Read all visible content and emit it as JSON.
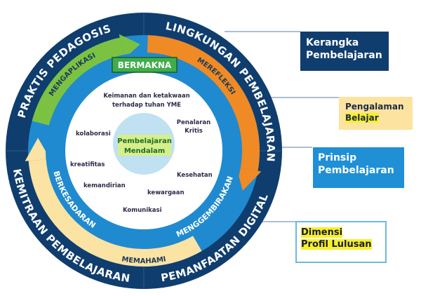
{
  "outer_ring": {
    "top_left": "PRAKTIS PEDAGOSIS",
    "top_right": "LINGKUNGAN PEMBELAJARAN",
    "bottom_left": "KEMITRAAN PEMBELAJARAN",
    "bottom_right": "PEMANFAATAN DIGITAL"
  },
  "experience_ring": {
    "top_badge": "BERMAKNA",
    "green": "MENGAPLIKASI",
    "orange": "MEREFLEKSI",
    "beige": "MEMAHAMI"
  },
  "principle_ring": {
    "left": "BERKESADARAN",
    "right": "MENGGEMBIRAKAN"
  },
  "center": {
    "line1": "Pembelajaran",
    "line2": "Mendalam"
  },
  "dimensions": {
    "keimanan_1": "Keimanan dan ketakwaan",
    "keimanan_2": "terhadap tuhan YME",
    "penalaran_1": "Penalaran",
    "penalaran_2": "Kritis",
    "kolaborasi": "kolaborasi",
    "kreatifitas": "kreatifitas",
    "kesehatan": "Kesehatan",
    "kemandirian": "kemandirian",
    "kewargaan": "kewargaan",
    "komunikasi": "Komunikasi"
  },
  "legend": {
    "kerangka": {
      "line1": "Kerangka",
      "line2": "Pembelajaran"
    },
    "pengalaman": {
      "line1": "Pengalaman",
      "line2": "Belajar"
    },
    "prinsip": {
      "line1": "Prinsip",
      "line2": "Pembelajaran"
    },
    "dimensi": {
      "line1": "Dimensi",
      "line2": "Profil Lulusan"
    }
  },
  "colors": {
    "navy": "#0f3d6e",
    "blue": "#1f8ad0",
    "green": "#7cc242",
    "orange": "#f08a24",
    "beige": "#fbe3a3",
    "inner": "#bfe1f2"
  }
}
